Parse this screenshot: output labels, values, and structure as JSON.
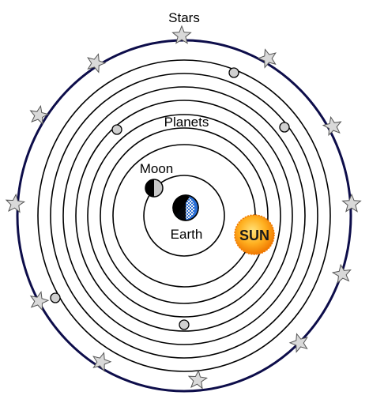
{
  "labels": {
    "stars": "Stars",
    "planets": "Planets",
    "moon": "Moon",
    "earth": "Earth",
    "sun": "SUN"
  },
  "colors": {
    "outer_sphere": "#0d0d4a",
    "orbit": "#000000",
    "star_fill": "#d9d9d9",
    "planet_fill": "#d0d0d0",
    "sun_inner": "#ffd24a",
    "sun_outer": "#f07800",
    "earth_ocean": "#2a6fd6",
    "earth_land": "#f2f2f2"
  },
  "icons": {
    "star": "five-point-star",
    "planet": "small-gray-circle",
    "moon": "half-lit-moon",
    "earth": "half-lit-earth",
    "sun": "glowing-sun"
  }
}
